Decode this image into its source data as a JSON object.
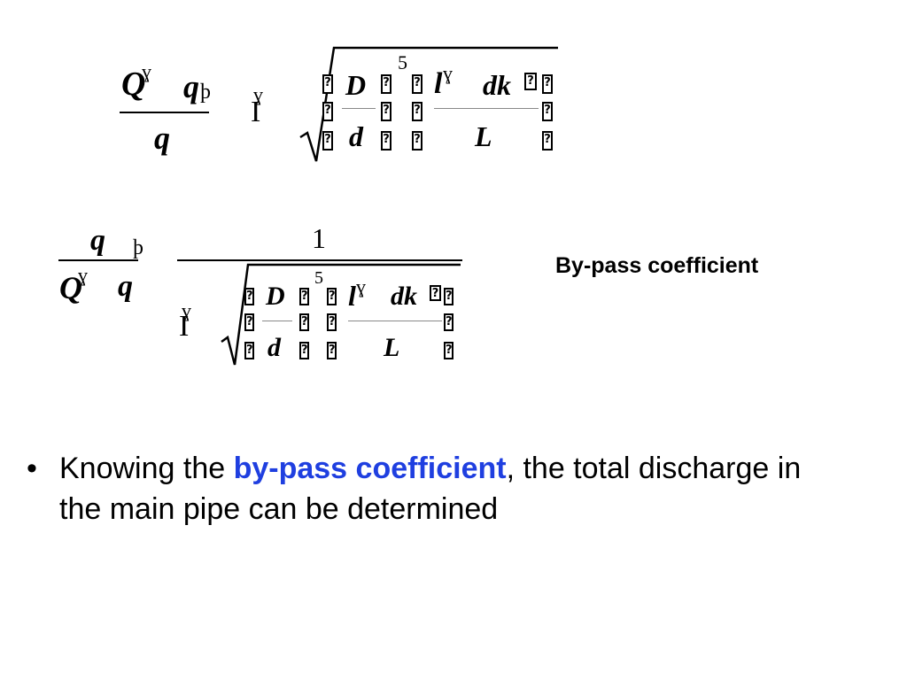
{
  "equation1": {
    "Q": "Q",
    "Q_mark": "ɣ",
    "q_top": "q",
    "q_top_mark": "þ",
    "q_bottom": "q",
    "gamma_sym": "ɣ",
    "one": "I",
    "D": "D",
    "d": "d",
    "exp": "5",
    "lam": "l",
    "lam_mark": "ɣ",
    "dk": "dk",
    "L": "L"
  },
  "equation2": {
    "q_top": "q",
    "q_top_mark": "þ",
    "Q": "Q",
    "Q_mark": "ɣ",
    "q_bottom": "q",
    "numerator": "1",
    "gamma_sym": "ɣ",
    "one": "I",
    "D": "D",
    "d": "d",
    "exp": "5",
    "lam": "l",
    "lam_mark": "ɣ",
    "dk": "dk",
    "L": "L"
  },
  "side_label": "By-pass coefficient",
  "bullet": {
    "dot": "•",
    "text_before": "Knowing the ",
    "highlight": "by-pass coefficient",
    "text_after": ", the total discharge in the main pipe can be determined"
  }
}
